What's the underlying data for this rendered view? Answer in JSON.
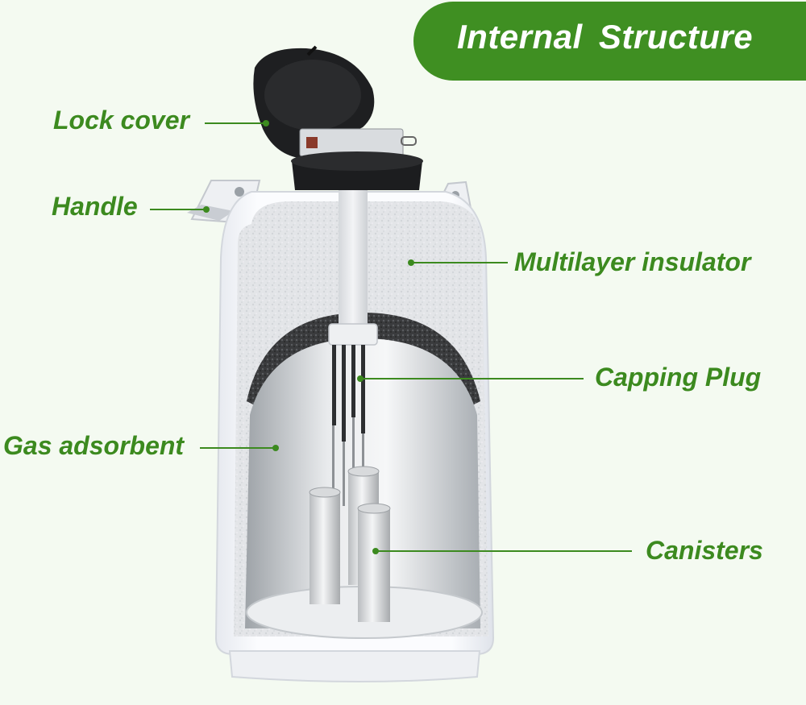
{
  "title": "Internal  Structure",
  "labels": {
    "lock_cover": "Lock cover",
    "handle": "Handle",
    "multilayer_insulator": "Multilayer insulator",
    "capping_plug": "Capping Plug",
    "gas_adsorbent": "Gas adsorbent",
    "canisters": "Canisters"
  },
  "colors": {
    "accent_green": "#3f8f22",
    "label_green": "#3c8a1f",
    "background": "#f4faf1"
  }
}
